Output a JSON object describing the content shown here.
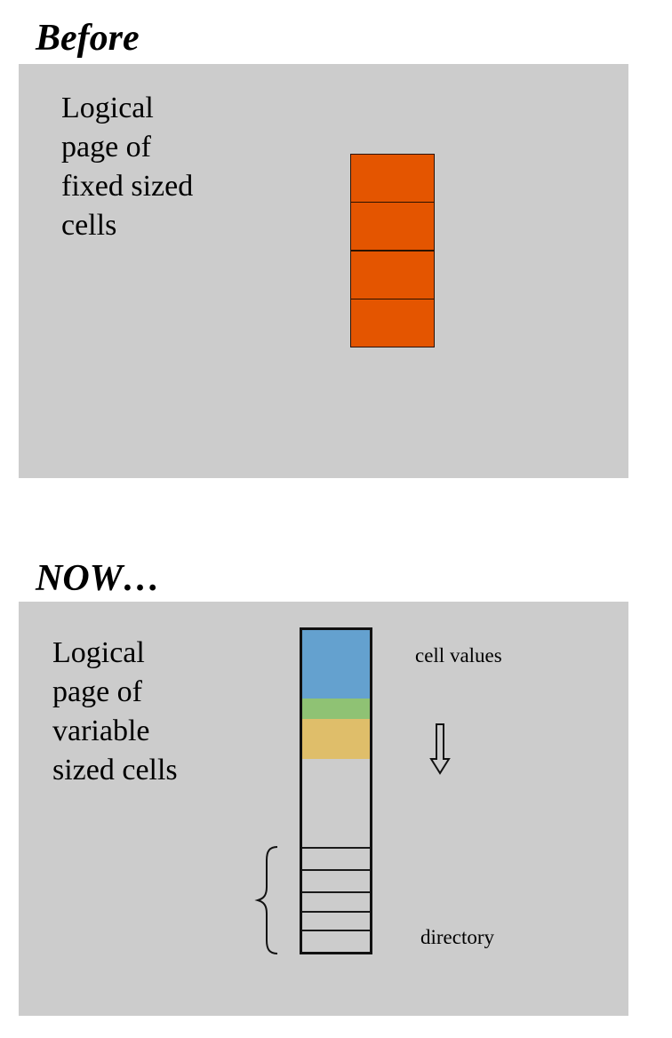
{
  "before": {
    "heading": "Before",
    "label_lines": [
      "Logical",
      "page of",
      "fixed sized",
      "cells"
    ],
    "cell_color": "#e45500",
    "cell_count": 4
  },
  "now": {
    "heading": "NOW…",
    "label_lines": [
      "Logical",
      "page of",
      "variable",
      "sized cells"
    ],
    "cell_values_label": "cell values",
    "directory_label": "directory",
    "cell_colors": [
      "#64a1cf",
      "#8fc274",
      "#dfbe6a"
    ],
    "directory_entry_count": 5
  },
  "colors": {
    "panel": "#cccccc",
    "fixed_cell": "#e45500"
  },
  "icons": [
    "down-arrow-icon",
    "curly-brace-icon"
  ]
}
